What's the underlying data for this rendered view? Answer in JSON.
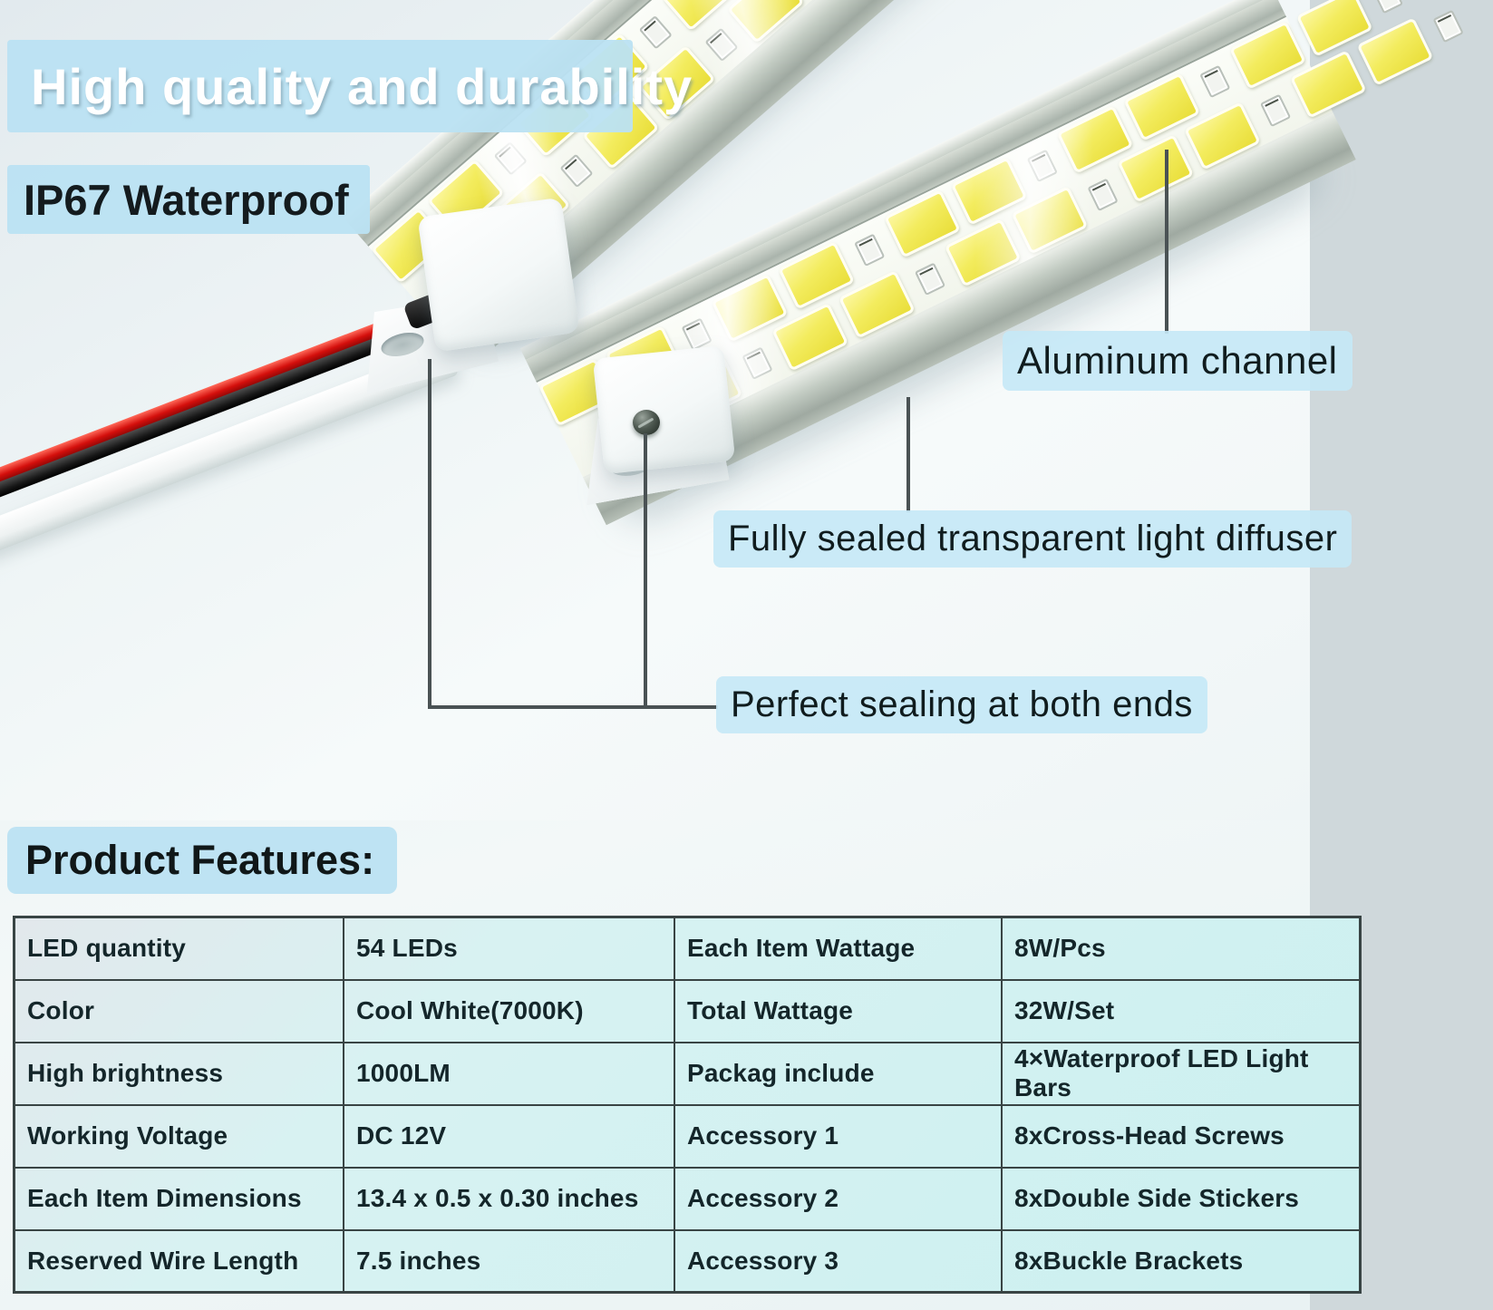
{
  "headings": {
    "main": "High quality and durability",
    "sub": "IP67 Waterproof",
    "features": "Product Features:"
  },
  "annotations": {
    "aluminum_channel": "Aluminum channel",
    "light_diffuser": "Fully sealed transparent light diffuser",
    "sealing": "Perfect sealing at both ends"
  },
  "colors": {
    "highlight_blue": "#bae2f2",
    "callout_line": "#4a5254",
    "led_yellow": "#f3ec5e",
    "wire_red": "#d40f0c",
    "wire_black": "#191919",
    "table_background": "#d8f2f2",
    "table_border": "#394444"
  },
  "table": {
    "rows": [
      [
        "LED quantity",
        "54 LEDs",
        "Each Item Wattage",
        "8W/Pcs"
      ],
      [
        "Color",
        "Cool White(7000K)",
        "Total Wattage",
        "32W/Set"
      ],
      [
        "High brightness",
        "1000LM",
        "Packag include",
        "4×Waterproof LED Light Bars"
      ],
      [
        "Working Voltage",
        "DC 12V",
        "Accessory 1",
        "8xCross-Head Screws"
      ],
      [
        "Each Item Dimensions",
        "13.4 x 0.5 x 0.30 inches",
        "Accessory 2",
        "8xDouble Side Stickers"
      ],
      [
        "Reserved Wire Length",
        "7.5 inches",
        "Accessory 3",
        "8xBuckle Brackets"
      ]
    ]
  }
}
